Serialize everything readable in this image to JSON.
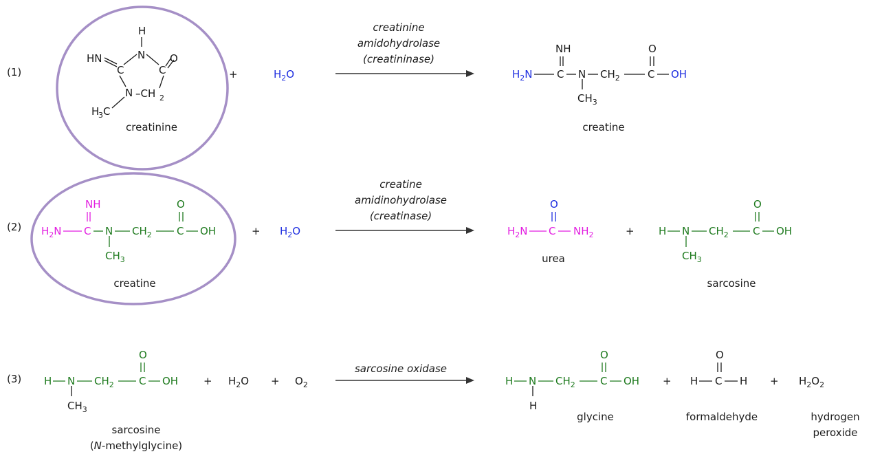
{
  "reactions": [
    {
      "number": "(1)",
      "reactant_name": "creatinine",
      "plus": "+",
      "water": "H2O",
      "enzyme_lines": [
        "creatinine",
        "amidohydrolase",
        "(creatininase)"
      ],
      "product_name": "creatine"
    },
    {
      "number": "(2)",
      "reactant_name": "creatine",
      "plus": "+",
      "water": "H2O",
      "enzyme_lines": [
        "creatine",
        "amidinohydrolase",
        "(creatinase)"
      ],
      "product1_name": "urea",
      "plus2": "+",
      "product2_name": "sarcosine"
    },
    {
      "number": "(3)",
      "reactant_name": "sarcosine",
      "reactant_subname_pre": "(",
      "reactant_subname_italic": "N",
      "reactant_subname_post": "-methylglycine)",
      "plus": "+",
      "water": "H2O",
      "plus_b": "+",
      "oxygen": "O2",
      "enzyme_lines": [
        "sarcosine oxidase"
      ],
      "product1_name": "glycine",
      "plus2": "+",
      "product2_name": "formaldehyde",
      "plus3": "+",
      "product3_name_lines": [
        "hydrogen",
        "peroxide"
      ],
      "product3_formula": "H2O2"
    }
  ],
  "colors": {
    "highlight_circle": "#a58fc6",
    "water": "#1f2fe0",
    "guanidino": "#e21ce0",
    "sarcosine_part": "#1e7a1e",
    "default": "#1a1a1a"
  }
}
